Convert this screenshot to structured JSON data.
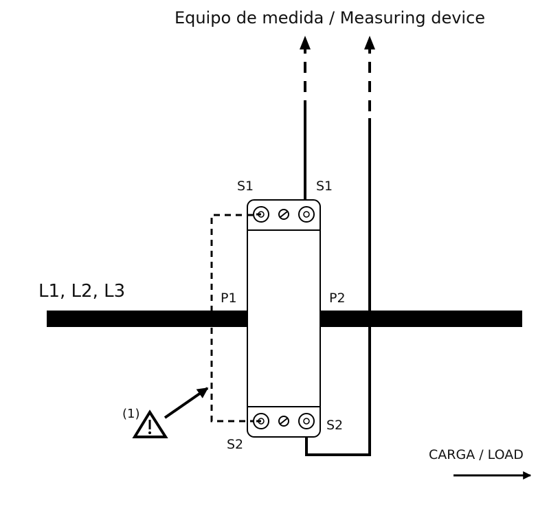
{
  "diagram": {
    "title": "Equipo de medida / Measuring device",
    "lines_label": "L1, L2, L3",
    "terminal_s1_left": "S1",
    "terminal_s1_right": "S1",
    "terminal_s2_left": "S2",
    "terminal_s2_right": "S2",
    "primary_p1": "P1",
    "primary_p2": "P2",
    "warning_note": "(1)",
    "load_label": "CARGA / LOAD",
    "warning_icon": "warning-triangle-icon",
    "colors": {
      "ink": "#000000",
      "background": "#ffffff"
    }
  }
}
